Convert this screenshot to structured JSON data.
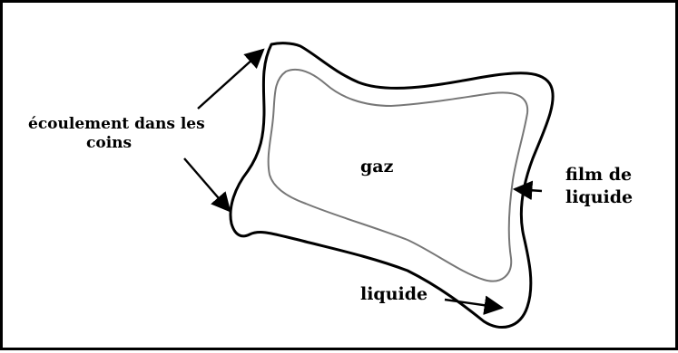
{
  "diagram": {
    "labels": {
      "corner_flow": [
        "écoulement dans les",
        "coins"
      ],
      "gas": "gaz",
      "liquid_film": [
        "film de",
        "liquide"
      ],
      "liquid": "liquide"
    },
    "colors": {
      "stroke": "#000000",
      "inner_outline": "#777777",
      "background": "#ffffff"
    }
  }
}
